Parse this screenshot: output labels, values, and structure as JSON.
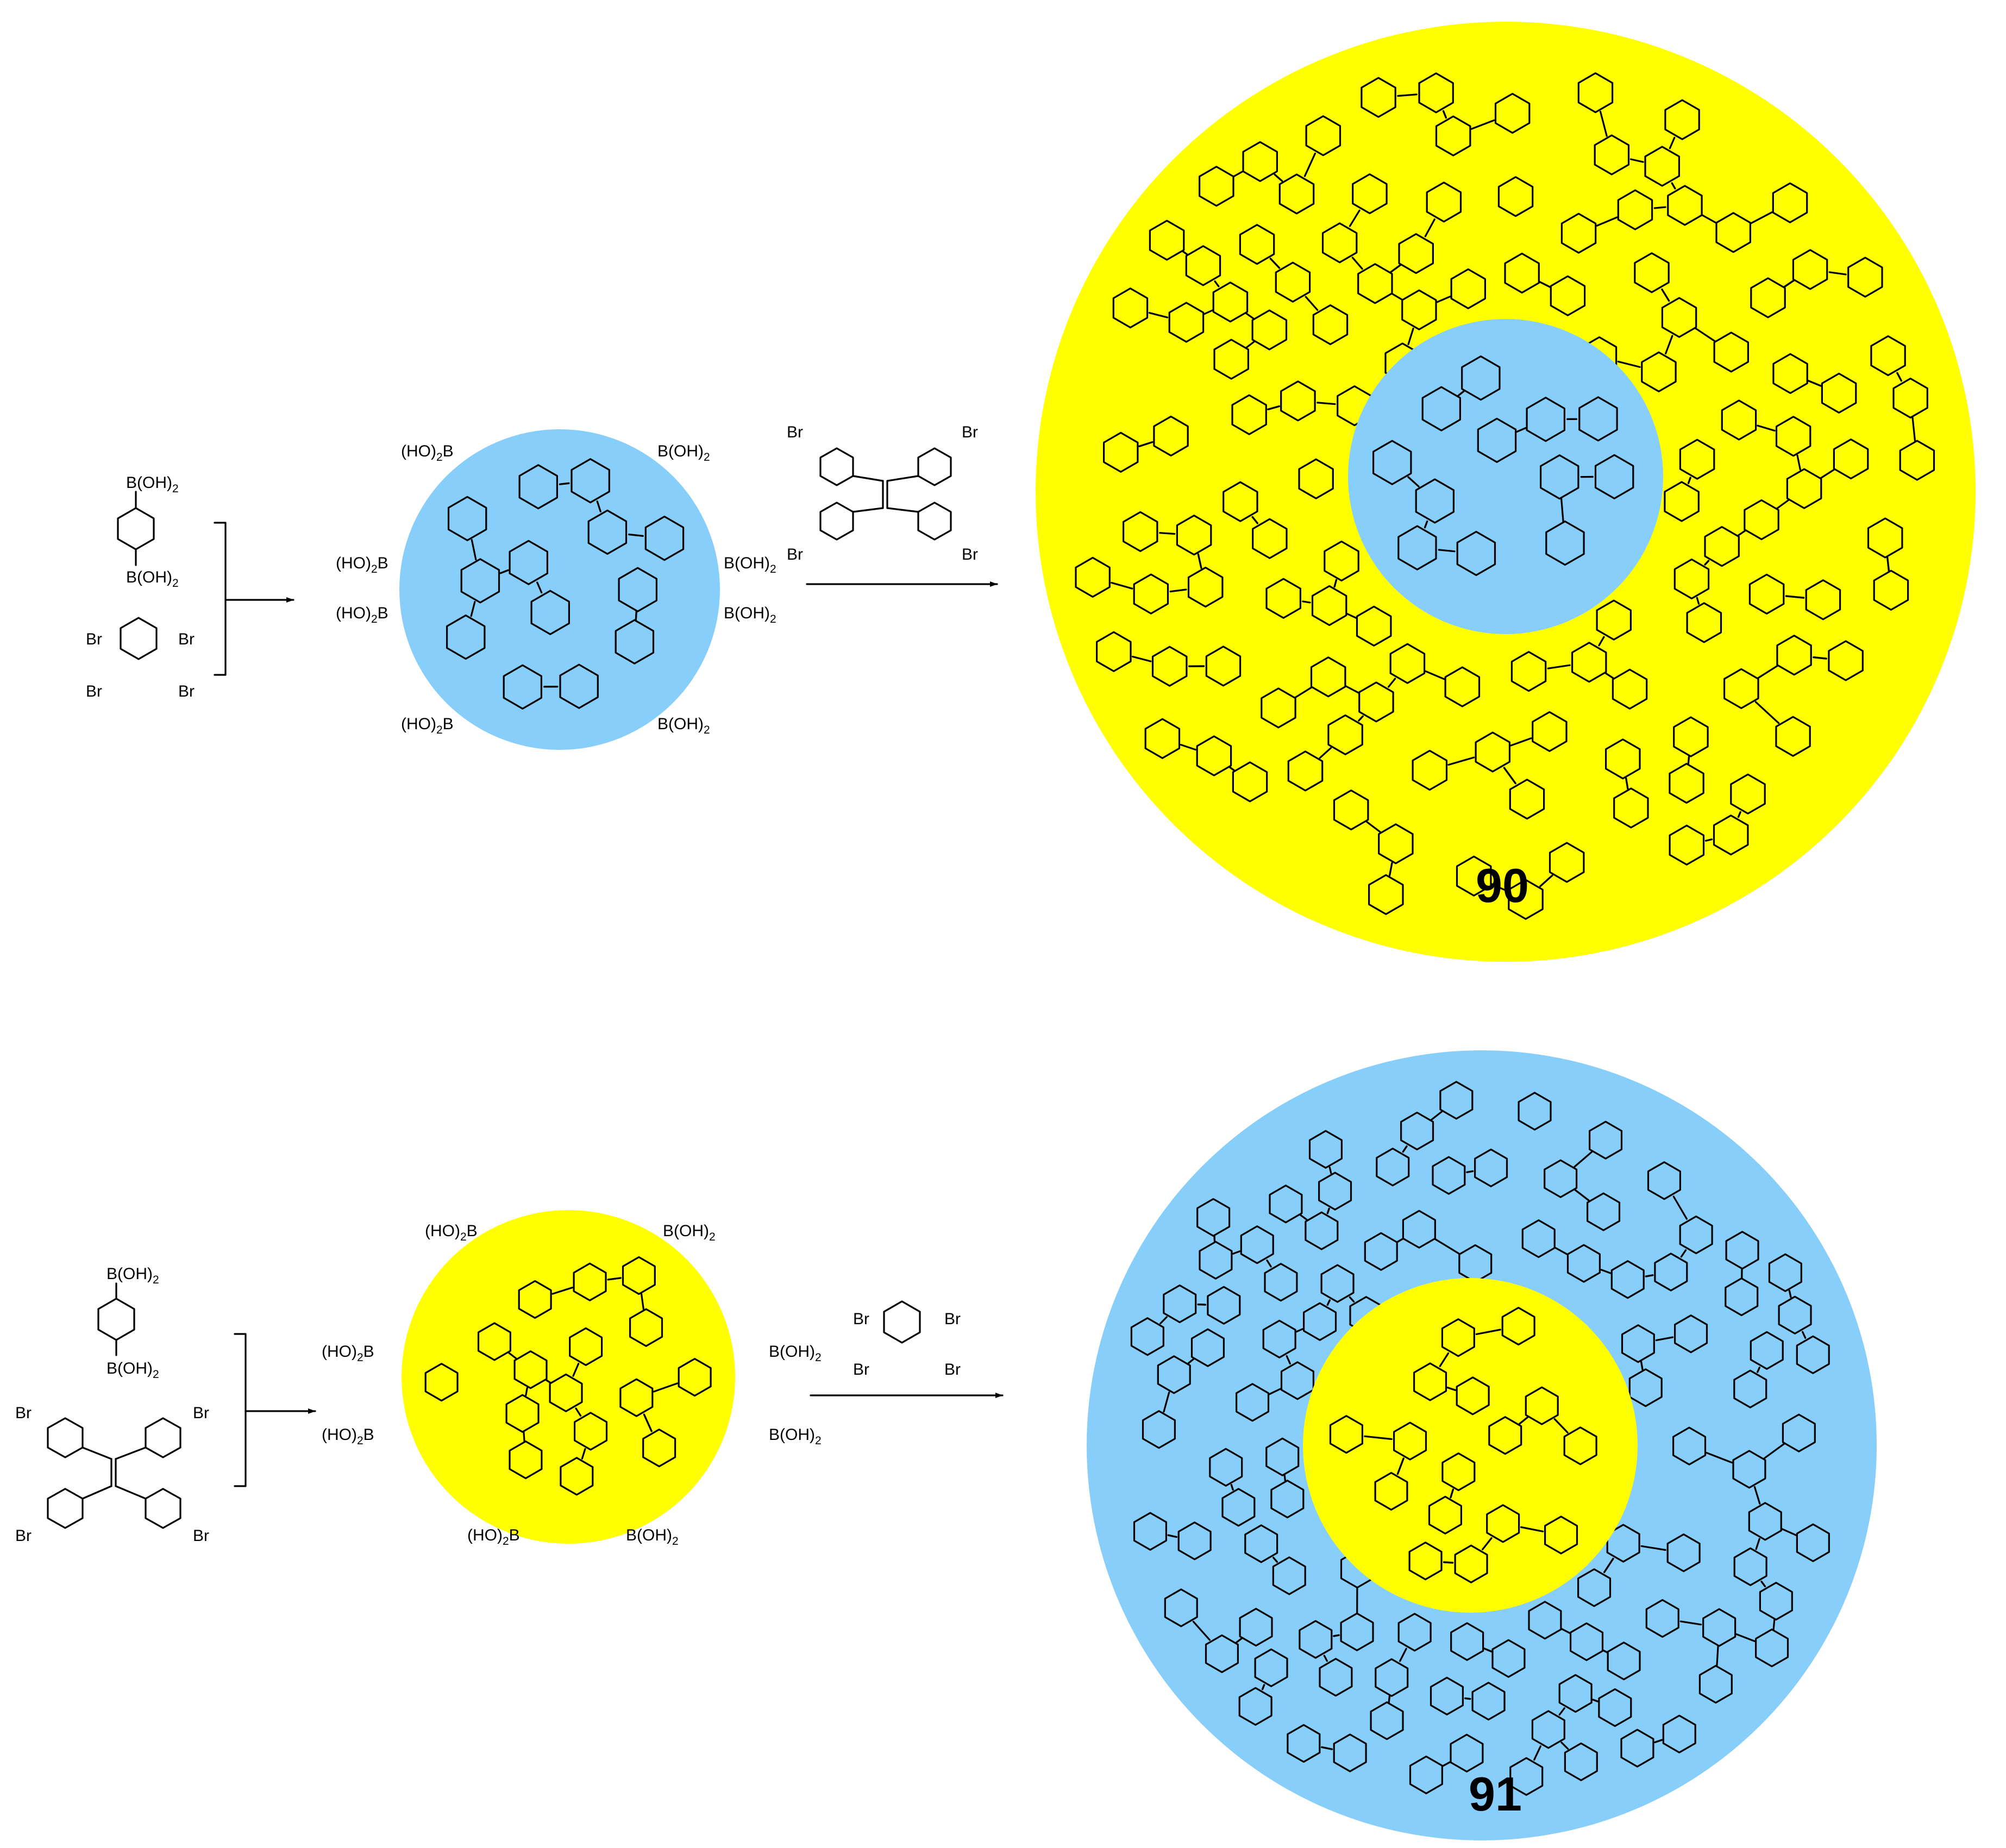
{
  "colors": {
    "blue": "#87CEFA",
    "yellow": "#FFFF00",
    "ink": "#000000"
  },
  "labels": {
    "boronic": "B(OH)",
    "boronic_rev": "(HO)",
    "boronic_rev_b": "B",
    "boronic_close": ")",
    "sub2": "2",
    "bromo": "Br"
  },
  "top_scheme": {
    "product_number": "90",
    "core_fill": "blue",
    "shell_fill": "yellow",
    "reagent": "tetrakis(4-bromophenyl)ethylene"
  },
  "bottom_scheme": {
    "product_number": "91",
    "core_fill": "yellow",
    "shell_fill": "blue",
    "reagent": "1,2,4,5-tetrabromobenzene"
  }
}
